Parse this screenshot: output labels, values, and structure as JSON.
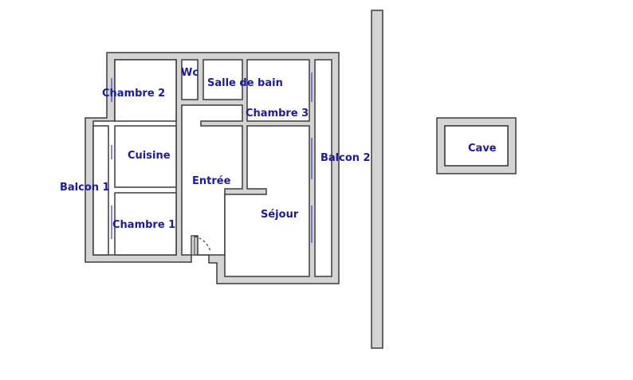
{
  "plan": {
    "colors": {
      "wall_fill": "#d4d4d4",
      "wall_stroke": "#3c3c3c",
      "label": "#1a1aa6",
      "window": "#3a3ad0"
    },
    "rooms": [
      {
        "id": "chambre-2",
        "label": "Chambre 2"
      },
      {
        "id": "wc",
        "label": "Wc"
      },
      {
        "id": "salle-de-bain",
        "label": "Salle de bain"
      },
      {
        "id": "chambre-3",
        "label": "Chambre 3"
      },
      {
        "id": "cuisine",
        "label": "Cuisine"
      },
      {
        "id": "entree",
        "label": "Entrée"
      },
      {
        "id": "balcon-1",
        "label": "Balcon 1"
      },
      {
        "id": "balcon-2",
        "label": "Balcon 2"
      },
      {
        "id": "chambre-1",
        "label": "Chambre 1"
      },
      {
        "id": "sejour",
        "label": "Séjour"
      },
      {
        "id": "cave",
        "label": "Cave"
      }
    ]
  }
}
